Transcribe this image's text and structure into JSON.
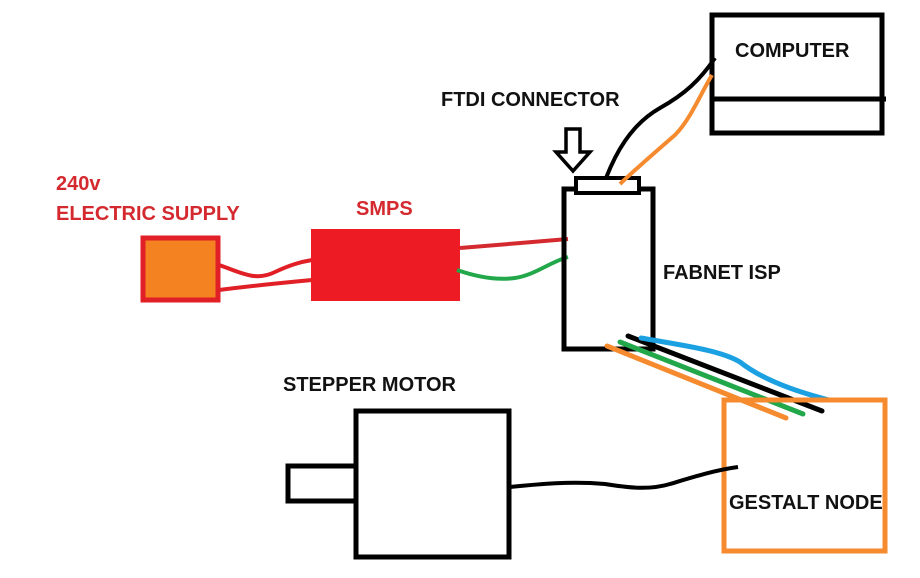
{
  "diagram": {
    "labels": {
      "supply_line1": "240v",
      "supply_line2": "ELECTRIC SUPPLY",
      "smps": "SMPS",
      "ftdi": "FTDI CONNECTOR",
      "computer": "COMPUTER",
      "fabnet": "FABNET ISP",
      "stepper": "STEPPER MOTOR",
      "gestalt": "GESTALT NODE"
    },
    "colors": {
      "supply_fill": "#f58220",
      "red": "#e01f26",
      "label_red": "#d42a2f",
      "green": "#22a84a",
      "orange": "#f58a2e",
      "blue": "#1ba1e2",
      "black": "#000000"
    },
    "connections": [
      {
        "from": "240v electric supply",
        "to": "SMPS",
        "wires": [
          "red",
          "red"
        ]
      },
      {
        "from": "SMPS",
        "to": "FABNET ISP",
        "wires": [
          "red",
          "green"
        ]
      },
      {
        "from": "FTDI CONNECTOR",
        "to": "COMPUTER",
        "wires": [
          "black",
          "orange"
        ]
      },
      {
        "from": "FABNET ISP",
        "to": "GESTALT NODE",
        "wires": [
          "orange",
          "green",
          "black",
          "blue"
        ]
      },
      {
        "from": "GESTALT NODE",
        "to": "STEPPER MOTOR",
        "wires": [
          "black"
        ]
      }
    ]
  }
}
